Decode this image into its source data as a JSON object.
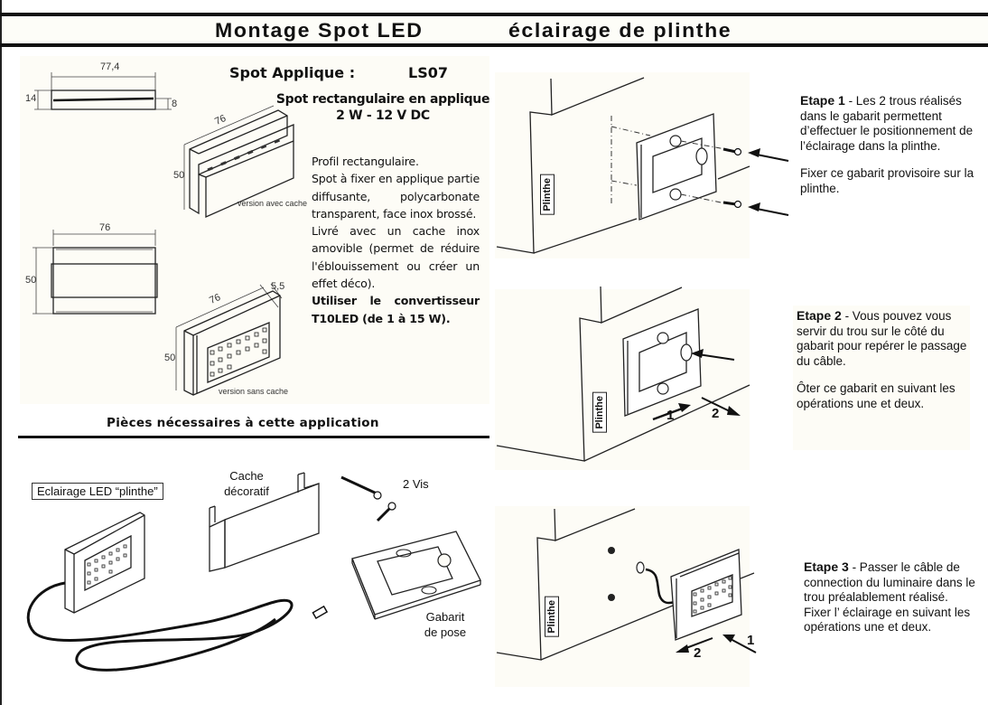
{
  "header": {
    "title_left": "Montage Spot LED",
    "title_right": "éclairage de plinthe"
  },
  "spec": {
    "label": "Spot Applique :",
    "model": "LS07",
    "subtitle_line1": "Spot rectangulaire en applique",
    "subtitle_line2": "2 W - 12 V DC",
    "description": [
      "Profil rectangulaire.",
      "Spot à fixer en applique partie diffusante, polycarbonate transparent, face inox brossé.",
      "Livré avec un cache inox amovible (permet de réduire l'éblouissement ou créer un effet déco)."
    ],
    "converter_note": "Utiliser le convertisseur T10LED (de 1 à 15 W)."
  },
  "drawings": {
    "side_view": {
      "width": "77,4",
      "height": "14",
      "depth": "8"
    },
    "iso_with_cover": {
      "width": "76",
      "height": "50",
      "caption": "version avec cache"
    },
    "front_view": {
      "width": "76",
      "height": "50"
    },
    "iso_without_cover": {
      "width": "76",
      "height": "50",
      "thickness": "5,5",
      "caption": "version sans cache"
    }
  },
  "parts": {
    "section_title": "Pièces nécessaires à cette application",
    "led_label": "Eclairage LED “plinthe”",
    "cover_label_line1": "Cache",
    "cover_label_line2": "décoratif",
    "screws_label": "2 Vis",
    "template_label_line1": "Gabarit",
    "template_label_line2": "de pose"
  },
  "steps": [
    {
      "heading": "Etape 1",
      "text1": " - Les 2 trous réalisés dans le gabarit permettent d’effectuer le positionnement de l’éclairage dans la plinthe.",
      "text2": "Fixer ce gabarit provisoire sur la plinthe.",
      "plinthe_label": "Plinthe"
    },
    {
      "heading": "Etape 2",
      "text1": " -  Vous pouvez vous servir du trou sur le côté du gabarit pour repérer le passage du câble.",
      "text2": "Ôter ce gabarit en suivant les opérations une et deux.",
      "plinthe_label": "Plinthe",
      "arrow1": "1",
      "arrow2": "2"
    },
    {
      "heading": "Etape 3",
      "text1": " - Passer le câble de connection du luminaire dans le trou préalablement réalisé.",
      "text2": "Fixer l’ éclairage en suivant les opérations une et deux.",
      "plinthe_label": "Plinthe",
      "arrow1": "1",
      "arrow2": "2"
    }
  ]
}
